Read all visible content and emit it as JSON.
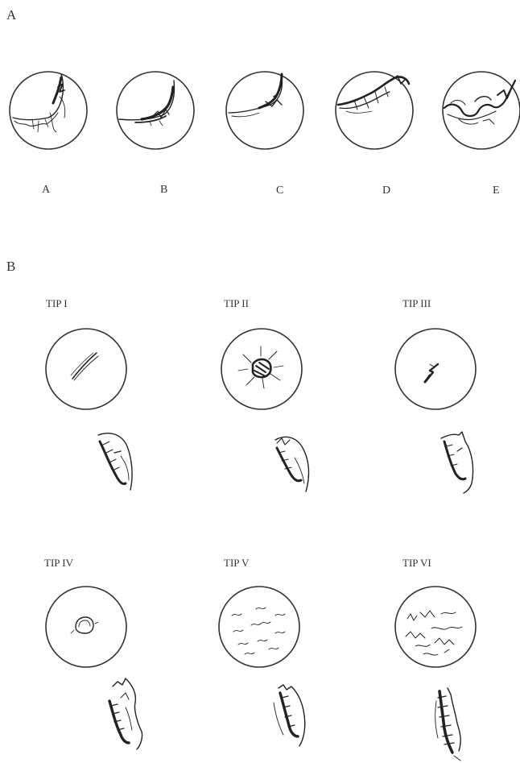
{
  "panel_a": {
    "label": "A",
    "dishes": [
      {
        "label": "A"
      },
      {
        "label": "B"
      },
      {
        "label": "C"
      },
      {
        "label": "D"
      },
      {
        "label": "E"
      }
    ]
  },
  "panel_b": {
    "label": "B",
    "types": [
      {
        "label": "TIP I"
      },
      {
        "label": "TIP II"
      },
      {
        "label": "TIP III"
      },
      {
        "label": "TIP IV"
      },
      {
        "label": "TIP V"
      },
      {
        "label": "TIP VI"
      }
    ]
  }
}
